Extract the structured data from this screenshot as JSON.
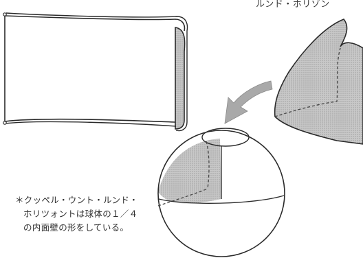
{
  "top_label": "ルンド・ホリゾン",
  "caption": {
    "line1": "＊クッペル・ウント・ルンド・",
    "line2": "ホリツォントは球体の１／４",
    "line3": "の内面壁の形をしている。"
  },
  "colors": {
    "stroke": "#2a2a2a",
    "shade": "#bdbdbd",
    "arrow": "#a9a9a9"
  }
}
